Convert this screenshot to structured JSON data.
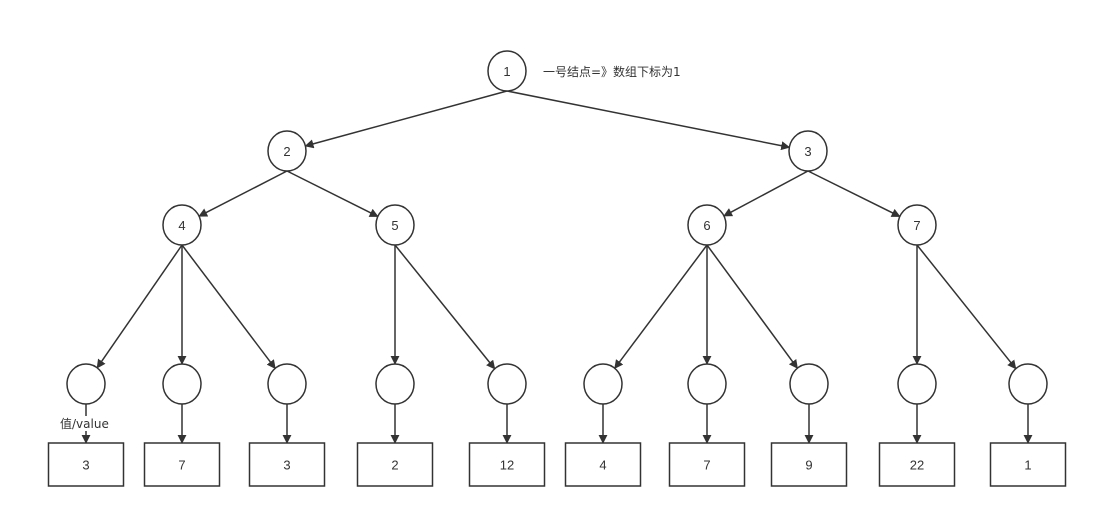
{
  "root_annotation": "一号结点=》数组下标为1",
  "value_annotation": "值/value",
  "internal_nodes": [
    {
      "id": "n1",
      "label": "1"
    },
    {
      "id": "n2",
      "label": "2"
    },
    {
      "id": "n3",
      "label": "3"
    },
    {
      "id": "n4",
      "label": "4"
    },
    {
      "id": "n5",
      "label": "5"
    },
    {
      "id": "n6",
      "label": "6"
    },
    {
      "id": "n7",
      "label": "7"
    }
  ],
  "leaves": [
    {
      "parent": "n4",
      "value": "3"
    },
    {
      "parent": "n4",
      "value": "7"
    },
    {
      "parent": "n4",
      "value": "3"
    },
    {
      "parent": "n5",
      "value": "2"
    },
    {
      "parent": "n5",
      "value": "12"
    },
    {
      "parent": "n6",
      "value": "4"
    },
    {
      "parent": "n6",
      "value": "7"
    },
    {
      "parent": "n6",
      "value": "9"
    },
    {
      "parent": "n7",
      "value": "22"
    },
    {
      "parent": "n7",
      "value": "1"
    }
  ],
  "edges": [
    [
      "n1",
      "n2"
    ],
    [
      "n1",
      "n3"
    ],
    [
      "n2",
      "n4"
    ],
    [
      "n2",
      "n5"
    ],
    [
      "n3",
      "n6"
    ],
    [
      "n3",
      "n7"
    ]
  ]
}
